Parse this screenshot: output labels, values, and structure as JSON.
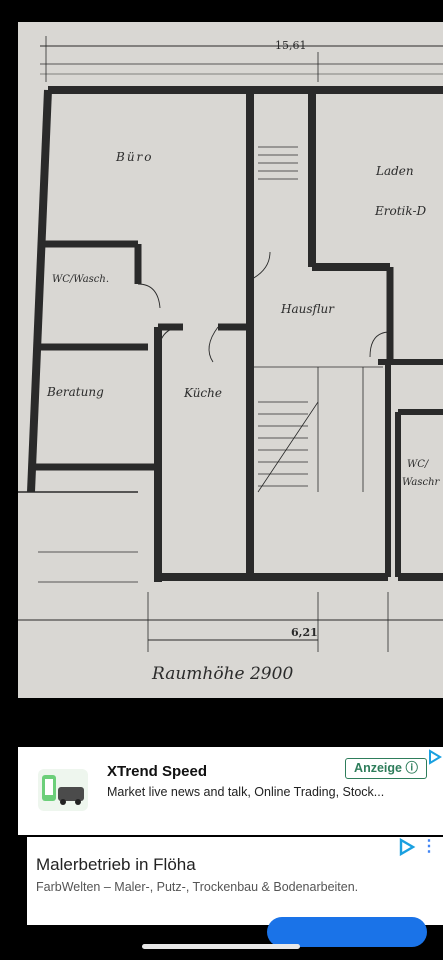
{
  "floorplan": {
    "total_width_label": "15,61",
    "width_label_bottom": "6,21",
    "room_height_label": "Raumhöhe 2900",
    "rooms": {
      "buero": "Büro",
      "laden": "Laden",
      "erotik": "Erotik-D",
      "wc_wasch_left": "WC/Wasch.",
      "hausflur": "Hausflur",
      "beratung": "Beratung",
      "kueche": "Küche",
      "wc_right": "WC/",
      "wasch_right": "Waschr"
    }
  },
  "ad_top": {
    "title": "XTrend Speed",
    "description": "Market live news and talk, Online Trading, Stock...",
    "badge": "Anzeige ⓘ",
    "icon": "adchoices-icon"
  },
  "ad_bottom": {
    "title": "Malerbetrieb in Flöha",
    "description": "FarbWelten – Maler-, Putz-, Trockenbau & Bodenarbeiten.",
    "icons": [
      "adchoices-icon",
      "more-options-icon"
    ]
  },
  "colors": {
    "paper": "#d9d7d3",
    "wall": "#2a2a2a",
    "ad_green": "#2e7d5b",
    "ad_blue": "#1a73e8"
  }
}
